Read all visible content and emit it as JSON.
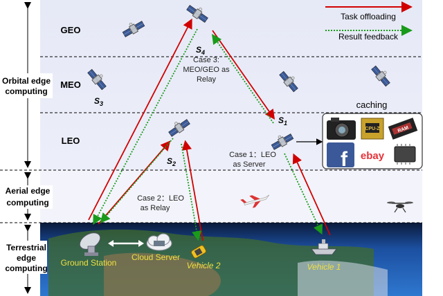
{
  "legend": {
    "task_offloading": "Task offloading",
    "result_feedback": "Result feedback",
    "task_color": "#d00000",
    "feedback_color": "#1a9a1a"
  },
  "layers": {
    "geo": "GEO",
    "meo": "MEO",
    "leo": "LEO"
  },
  "side_labels": {
    "orbital_1": "Orbital edge",
    "orbital_2": "computing",
    "aerial_1": "Aerial edge",
    "aerial_2": "computing",
    "terrestrial_1": "Terrestrial",
    "terrestrial_2": "edge",
    "terrestrial_3": "computing"
  },
  "satellites": {
    "s1": "S",
    "s1_sub": "1",
    "s2": "S",
    "s2_sub": "2",
    "s3": "S",
    "s3_sub": "3",
    "s4": "S",
    "s4_sub": "4"
  },
  "cases": {
    "case1_line1": "Case 1：LEO",
    "case1_line2": "as Server",
    "case2_line1": "Case 2：LEO",
    "case2_line2": "as Relay",
    "case3_line1": "Case 3:",
    "case3_line2": "MEO/GEO as",
    "case3_line3": "Relay"
  },
  "caching": {
    "title": "caching",
    "cpu_label": "CPU-Z",
    "ram_label": "RAM",
    "fb_label": "f",
    "ebay_label": "ebay"
  },
  "ground": {
    "ground_station": "Ground Station",
    "cloud_server": "Cloud Server",
    "vehicle2": "Vehicle 2",
    "vehicle1": "Vehicle 1"
  },
  "icons": [
    "satellite-icon",
    "airplane-icon",
    "drone-icon",
    "camera-icon",
    "cpu-icon",
    "ram-icon",
    "facebook-icon",
    "ebay-icon",
    "chip-icon",
    "dish-icon",
    "cloud-icon",
    "car-icon",
    "ship-icon"
  ]
}
